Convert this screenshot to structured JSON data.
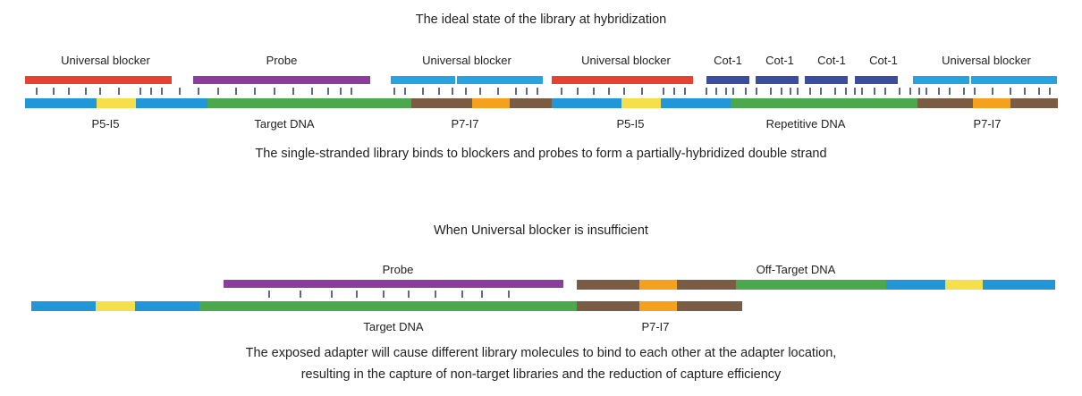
{
  "colors": {
    "red_blocker": "#E8412F",
    "purple_probe": "#8C3C9C",
    "light_blue_blocker": "#27A3E0",
    "dark_blue_cot1": "#3A4D9E",
    "adapter_blue": "#2196D9",
    "index_yellow": "#F5E04B",
    "target_green": "#4CA84C",
    "adapter_brown": "#7A5C45",
    "index_orange": "#F5A11E",
    "tick": "#5B6B8C",
    "text": "#222222",
    "background": "#FFFFFF"
  },
  "figure": {
    "top_panel": {
      "title": "The ideal state of the library at hybridization",
      "caption": "The single-stranded library binds to blockers and probes to form a partially-hybridized double strand",
      "left_molecule": {
        "top_labels": [
          {
            "text": "Universal blocker"
          },
          {
            "text": "Probe"
          },
          {
            "text": "Universal blocker"
          }
        ],
        "bottom_labels": [
          {
            "text": "P5-I5"
          },
          {
            "text": "Target DNA"
          },
          {
            "text": "P7-I7"
          }
        ],
        "blockers": [
          {
            "name": "universal-blocker-p5",
            "color_key": "red_blocker"
          },
          {
            "name": "probe",
            "color_key": "purple_probe"
          },
          {
            "name": "universal-blocker-p7-a",
            "color_key": "light_blue_blocker"
          },
          {
            "name": "universal-blocker-p7-b",
            "color_key": "light_blue_blocker"
          }
        ],
        "strand_segments": [
          {
            "name": "p5-adapter-a",
            "color_key": "adapter_blue"
          },
          {
            "name": "i5-index",
            "color_key": "index_yellow"
          },
          {
            "name": "p5-adapter-b",
            "color_key": "adapter_blue"
          },
          {
            "name": "target-dna",
            "color_key": "target_green"
          },
          {
            "name": "p7-adapter-a",
            "color_key": "adapter_brown"
          },
          {
            "name": "i7-index",
            "color_key": "index_orange"
          },
          {
            "name": "p7-adapter-b",
            "color_key": "adapter_brown"
          }
        ]
      },
      "right_molecule": {
        "top_labels": [
          {
            "text": "Universal blocker"
          },
          {
            "text": "Cot-1"
          },
          {
            "text": "Cot-1"
          },
          {
            "text": "Cot-1"
          },
          {
            "text": "Cot-1"
          },
          {
            "text": "Universal blocker"
          }
        ],
        "bottom_labels": [
          {
            "text": "P5-I5"
          },
          {
            "text": "Repetitive DNA"
          },
          {
            "text": "P7-I7"
          }
        ],
        "blockers": [
          {
            "name": "universal-blocker-p5",
            "color_key": "red_blocker"
          },
          {
            "name": "cot1-block-1",
            "color_key": "dark_blue_cot1"
          },
          {
            "name": "cot1-block-2",
            "color_key": "dark_blue_cot1"
          },
          {
            "name": "cot1-block-3",
            "color_key": "dark_blue_cot1"
          },
          {
            "name": "cot1-block-4",
            "color_key": "dark_blue_cot1"
          },
          {
            "name": "universal-blocker-p7-a",
            "color_key": "light_blue_blocker"
          },
          {
            "name": "universal-blocker-p7-b",
            "color_key": "light_blue_blocker"
          }
        ],
        "strand_segments": [
          {
            "name": "p5-adapter-a",
            "color_key": "adapter_blue"
          },
          {
            "name": "i5-index",
            "color_key": "index_yellow"
          },
          {
            "name": "p5-adapter-b",
            "color_key": "adapter_blue"
          },
          {
            "name": "repetitive-dna",
            "color_key": "target_green"
          },
          {
            "name": "p7-adapter-a",
            "color_key": "adapter_brown"
          },
          {
            "name": "i7-index",
            "color_key": "index_orange"
          },
          {
            "name": "p7-adapter-b",
            "color_key": "adapter_brown"
          }
        ]
      }
    },
    "bottom_panel": {
      "title": "When Universal blocker is insufficient",
      "caption_line_1": "The exposed adapter will cause different library molecules to bind to each other at the adapter location,",
      "caption_line_2": "resulting in the capture of non-target libraries and the reduction of capture efficiency",
      "top_labels": [
        {
          "text": "Probe"
        },
        {
          "text": "Off-Target DNA"
        }
      ],
      "bottom_labels": [
        {
          "text": "Target DNA"
        },
        {
          "text": "P7-I7"
        }
      ],
      "probe": {
        "name": "probe",
        "color_key": "purple_probe"
      },
      "upper_strand_segments": [
        {
          "name": "p7-adapter-a",
          "color_key": "adapter_brown"
        },
        {
          "name": "i7-index",
          "color_key": "index_orange"
        },
        {
          "name": "p7-adapter-b",
          "color_key": "adapter_brown"
        },
        {
          "name": "off-target-dna",
          "color_key": "target_green"
        },
        {
          "name": "p5-adapter-a",
          "color_key": "adapter_blue"
        },
        {
          "name": "i5-index",
          "color_key": "index_yellow"
        },
        {
          "name": "p5-adapter-b",
          "color_key": "adapter_blue"
        }
      ],
      "lower_strand_segments": [
        {
          "name": "p5-adapter-a",
          "color_key": "adapter_blue"
        },
        {
          "name": "i5-index",
          "color_key": "index_yellow"
        },
        {
          "name": "p5-adapter-b",
          "color_key": "adapter_blue"
        },
        {
          "name": "target-dna",
          "color_key": "target_green"
        },
        {
          "name": "p7-adapter-a",
          "color_key": "adapter_brown"
        },
        {
          "name": "i7-index",
          "color_key": "index_orange"
        },
        {
          "name": "p7-adapter-b",
          "color_key": "adapter_brown"
        }
      ]
    }
  }
}
